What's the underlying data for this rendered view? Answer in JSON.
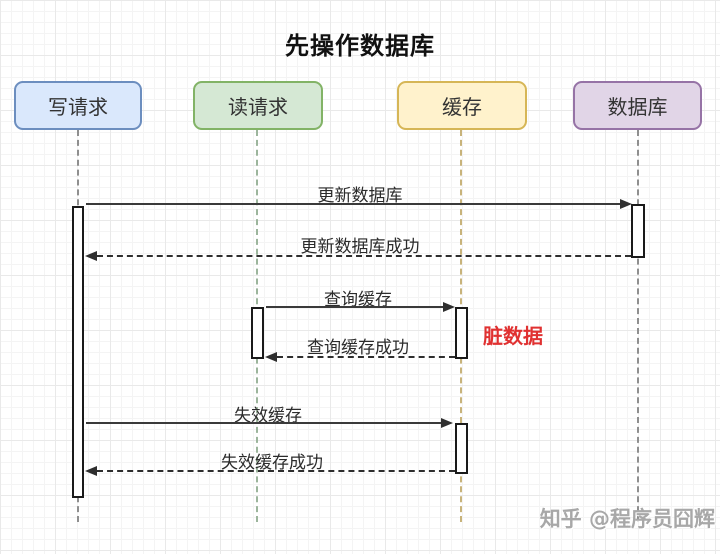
{
  "title": "先操作数据库",
  "actors": [
    {
      "id": "write-request",
      "label": "写请求",
      "fill": "#dae8fc",
      "border": "#6c8ebf"
    },
    {
      "id": "read-request",
      "label": "读请求",
      "fill": "#d5e8d4",
      "border": "#82b366"
    },
    {
      "id": "cache",
      "label": "缓存",
      "fill": "#fff2cc",
      "border": "#d6b656"
    },
    {
      "id": "database",
      "label": "数据库",
      "fill": "#e1d5e7",
      "border": "#9673a6"
    }
  ],
  "messages": [
    {
      "label": "更新数据库",
      "from": "写请求",
      "to": "数据库",
      "style": "solid"
    },
    {
      "label": "更新数据库成功",
      "from": "数据库",
      "to": "写请求",
      "style": "dashed"
    },
    {
      "label": "查询缓存",
      "from": "读请求",
      "to": "缓存",
      "style": "solid"
    },
    {
      "label": "查询缓存成功",
      "from": "缓存",
      "to": "读请求",
      "style": "dashed"
    },
    {
      "label": "失效缓存",
      "from": "写请求",
      "to": "缓存",
      "style": "solid"
    },
    {
      "label": "失效缓存成功",
      "from": "缓存",
      "to": "写请求",
      "style": "dashed"
    }
  ],
  "annotation": {
    "label": "脏数据",
    "color": "#e03131"
  },
  "watermark": "知乎 @程序员囧辉"
}
